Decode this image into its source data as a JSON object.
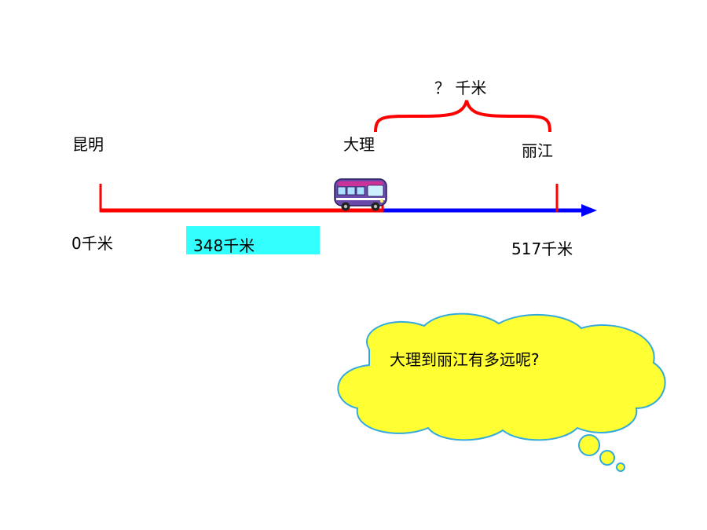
{
  "places": {
    "start": "昆明",
    "middle": "大理",
    "end": "丽江"
  },
  "distances": {
    "start": "0千米",
    "middle": "348千米",
    "end": "517千米",
    "unknown": "？ 千米"
  },
  "question": "大理到丽江有多远呢?",
  "colors": {
    "red_segment": "#ff0000",
    "blue_segment": "#0000ff",
    "box_highlight": "#33ffff",
    "cloud_fill": "#ffff33",
    "cloud_stroke": "#33aadd",
    "bus_body": "#6a4aa8"
  },
  "icons": {
    "bus": "bus-icon",
    "cloud": "thought-cloud"
  }
}
